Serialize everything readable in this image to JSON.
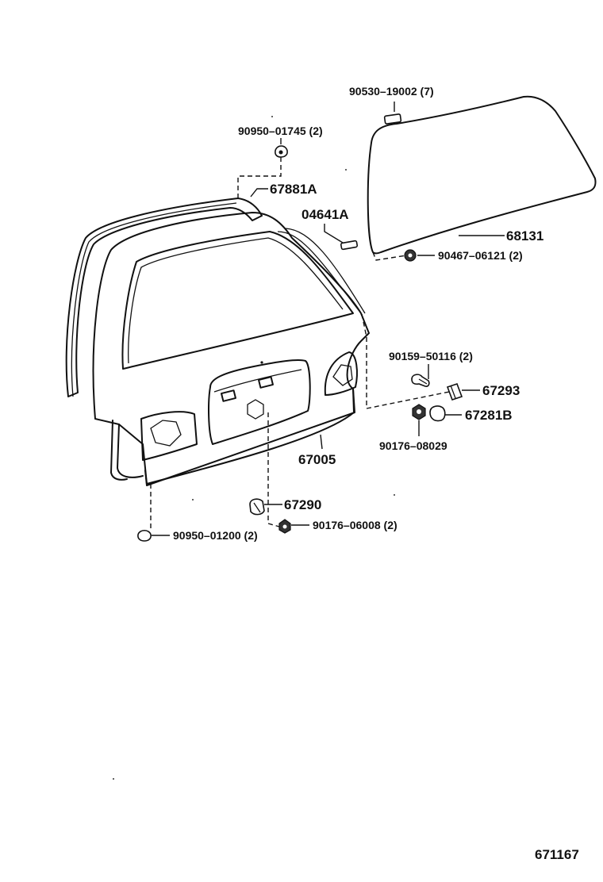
{
  "diagram_id": "671167",
  "parts": [
    {
      "key": "p_90530",
      "number": "90530–19002 (7)"
    },
    {
      "key": "p_90950a",
      "number": "90950–01745 (2)"
    },
    {
      "key": "p_67881",
      "number": "67881A"
    },
    {
      "key": "p_04641",
      "number": "04641A"
    },
    {
      "key": "p_68131",
      "number": "68131"
    },
    {
      "key": "p_90467",
      "number": "90467–06121 (2)"
    },
    {
      "key": "p_90159",
      "number": "90159–50116 (2)"
    },
    {
      "key": "p_67293",
      "number": "67293"
    },
    {
      "key": "p_67281",
      "number": "67281B"
    },
    {
      "key": "p_90176a",
      "number": "90176–08029"
    },
    {
      "key": "p_67005",
      "number": "67005"
    },
    {
      "key": "p_67290",
      "number": "67290"
    },
    {
      "key": "p_90176b",
      "number": "90176–06008 (2)"
    },
    {
      "key": "p_90950b",
      "number": "90950–01200 (2)"
    }
  ]
}
